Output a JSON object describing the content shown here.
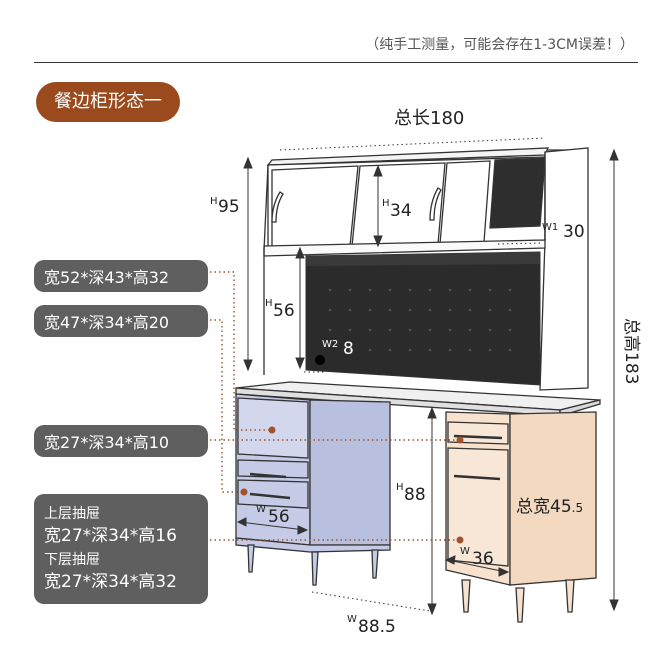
{
  "note": "（纯手工测量，可能会存在1-3CM误差！）",
  "title": "餐边柜形态一",
  "labels": {
    "pill1": "宽52*深43*高32",
    "pill2": "宽47*深34*高20",
    "pill3": "宽27*深34*高10",
    "drawer_upper_title": "上层抽屉",
    "drawer_upper_dims": "宽27*深34*高16",
    "drawer_lower_title": "下层抽屉",
    "drawer_lower_dims": "宽27*深34*高32"
  },
  "dimensions": {
    "total_length": "总长180",
    "total_height": "总高183",
    "h95_sup": "H",
    "h95": "95",
    "h34_sup": "H",
    "h34": "34",
    "w1_sup": "W1",
    "w1": "30",
    "h56_sup": "H",
    "h56": "56",
    "w2_sup": "W2",
    "w2": "8",
    "h88_sup": "H",
    "h88": "88",
    "w56_sup": "W",
    "w56": "56",
    "w36_sup": "W",
    "w36": "36",
    "w885_sup": "W",
    "w885": "88.5",
    "total_width": "总宽45",
    "total_width_decimal": ".5"
  },
  "colors": {
    "brand": "#9a4a1c",
    "pill_gray": "#5f5f5f",
    "left_cabinet_blue": "#c5cbe6",
    "right_cabinet_peach": "#f6e2cf",
    "pegboard": "#2b2b2b",
    "leader_dots": "#a0522d"
  }
}
